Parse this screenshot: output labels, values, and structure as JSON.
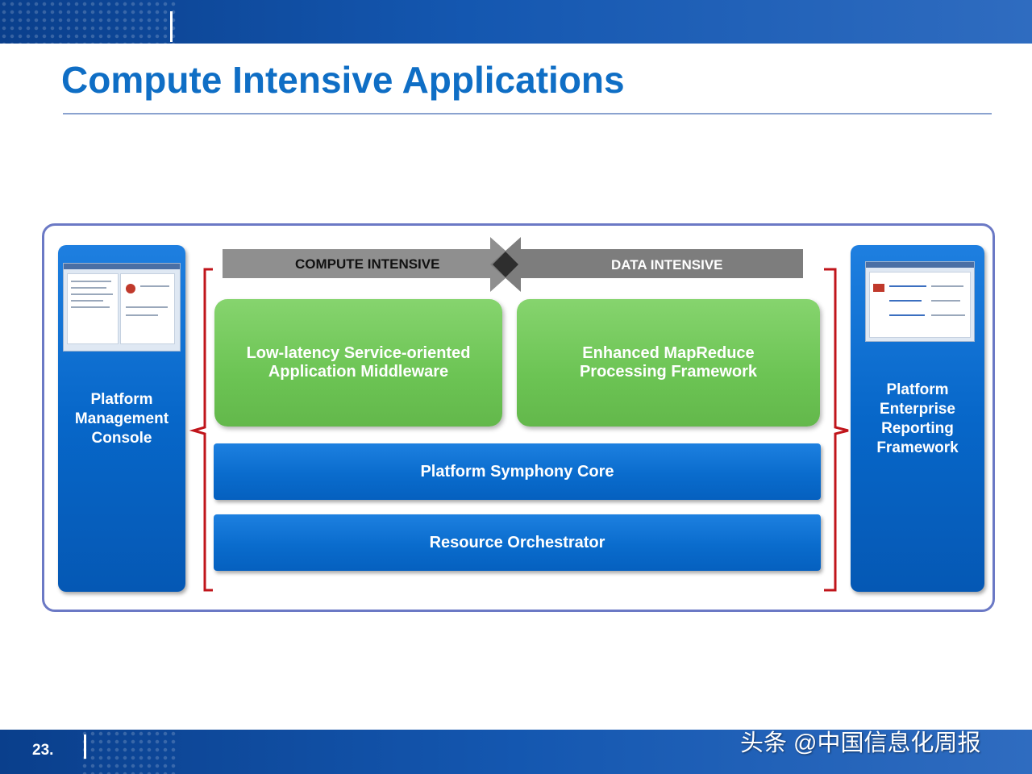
{
  "slide": {
    "title": "Compute Intensive Applications",
    "page_number": "23."
  },
  "diagram": {
    "left_panel": {
      "lines": [
        "Platform",
        "Management",
        "Console"
      ]
    },
    "right_panel": {
      "lines": [
        "Platform",
        "Enterprise",
        "Reporting",
        "Framework"
      ]
    },
    "arrow_left_label": "COMPUTE INTENSIVE",
    "arrow_right_label": "DATA INTENSIVE",
    "green_left": {
      "lines": [
        "Low-latency Service-oriented",
        "Application Middleware"
      ]
    },
    "green_right": {
      "lines": [
        "Enhanced MapReduce",
        "Processing Framework"
      ]
    },
    "core_bar": "Platform Symphony Core",
    "orchestrator_bar": "Resource Orchestrator"
  },
  "watermark": "头条 @中国信息化周报",
  "colors": {
    "title": "#0f6ec5",
    "panel_blue": "#0767c9",
    "green": "#6cc454",
    "arrow_gray": "#8a8a8a",
    "bracket_red": "#c0151b",
    "frame_border": "#6b79c5"
  }
}
